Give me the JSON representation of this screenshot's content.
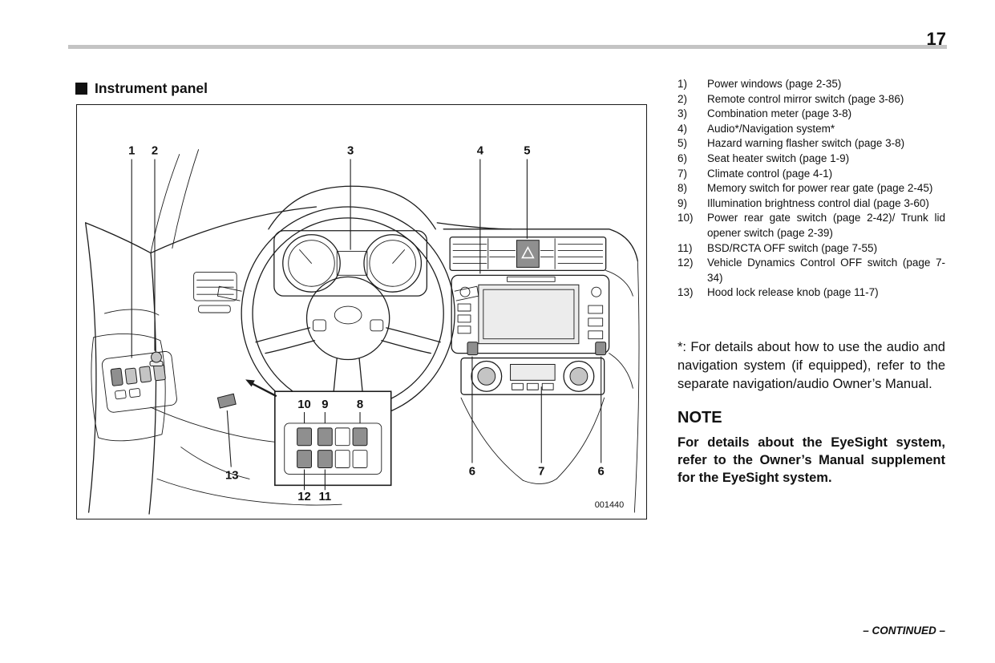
{
  "header": {
    "page_number": "17"
  },
  "section": {
    "title": "Instrument panel"
  },
  "figure": {
    "code": "001440",
    "callouts": {
      "n1": "1",
      "n2": "2",
      "n3": "3",
      "n4": "4",
      "n5": "5",
      "n6a": "6",
      "n7": "7",
      "n6b": "6",
      "n8": "8",
      "n9": "9",
      "n10": "10",
      "n11": "11",
      "n12": "12",
      "n13": "13"
    }
  },
  "legend": {
    "items": [
      {
        "num": "1)",
        "text": "Power windows (page 2-35)"
      },
      {
        "num": "2)",
        "text": "Remote control mirror switch (page 3-86)"
      },
      {
        "num": "3)",
        "text": "Combination meter (page 3-8)"
      },
      {
        "num": "4)",
        "text": "Audio*/Navigation system*"
      },
      {
        "num": "5)",
        "text": "Hazard warning flasher switch (page 3-8)"
      },
      {
        "num": "6)",
        "text": "Seat heater switch (page 1-9)"
      },
      {
        "num": "7)",
        "text": "Climate control (page 4-1)"
      },
      {
        "num": "8)",
        "text": "Memory switch for power rear gate (page 2-45)"
      },
      {
        "num": "9)",
        "text": "Illumination brightness control dial (page 3-60)"
      },
      {
        "num": "10)",
        "text": "Power rear gate switch (page 2-42)/ Trunk lid opener switch (page 2-39)"
      },
      {
        "num": "11)",
        "text": "BSD/RCTA OFF switch (page 7-55)"
      },
      {
        "num": "12)",
        "text": "Vehicle Dynamics Control OFF switch (page 7-34)"
      },
      {
        "num": "13)",
        "text": "Hood lock release knob (page 11-7)"
      }
    ]
  },
  "notes": {
    "asterisk": "*: For details about how to use the audio and navigation system (if equipped), refer to the separate navigation/audio Owner’s Manual.",
    "heading": "NOTE",
    "body": "For details about the EyeSight system, refer to the Owner’s Manual supplement for the EyeSight system."
  },
  "footer": {
    "continued": "– CONTINUED –"
  }
}
